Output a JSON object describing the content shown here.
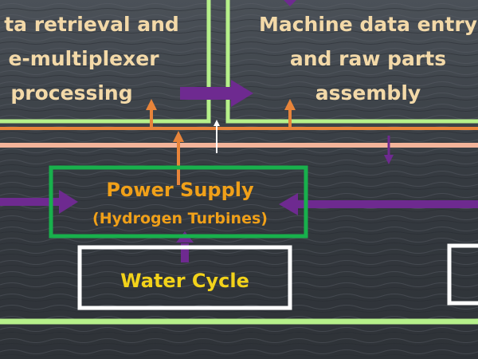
{
  "diagram": {
    "box_left_lines": [
      "ta retrieval and",
      "e-multiplexer",
      "processing"
    ],
    "box_right_lines": [
      "Machine data entry",
      "and raw parts",
      "assembly"
    ],
    "power_title": "Power Supply",
    "power_subtitle": "(Hydrogen Turbines)",
    "water_label": "Water Cycle"
  },
  "colors": {
    "background": "#3b4046",
    "box_border_light_green": "#b6f08a",
    "power_border_green": "#18b04c",
    "line_orange": "#e8843a",
    "line_peach": "#f3b49a",
    "arrow_purple": "#6e2a90",
    "text_tan": "#f3d9a8",
    "text_yellow": "#f2d21a",
    "text_orange": "#f0a019"
  }
}
